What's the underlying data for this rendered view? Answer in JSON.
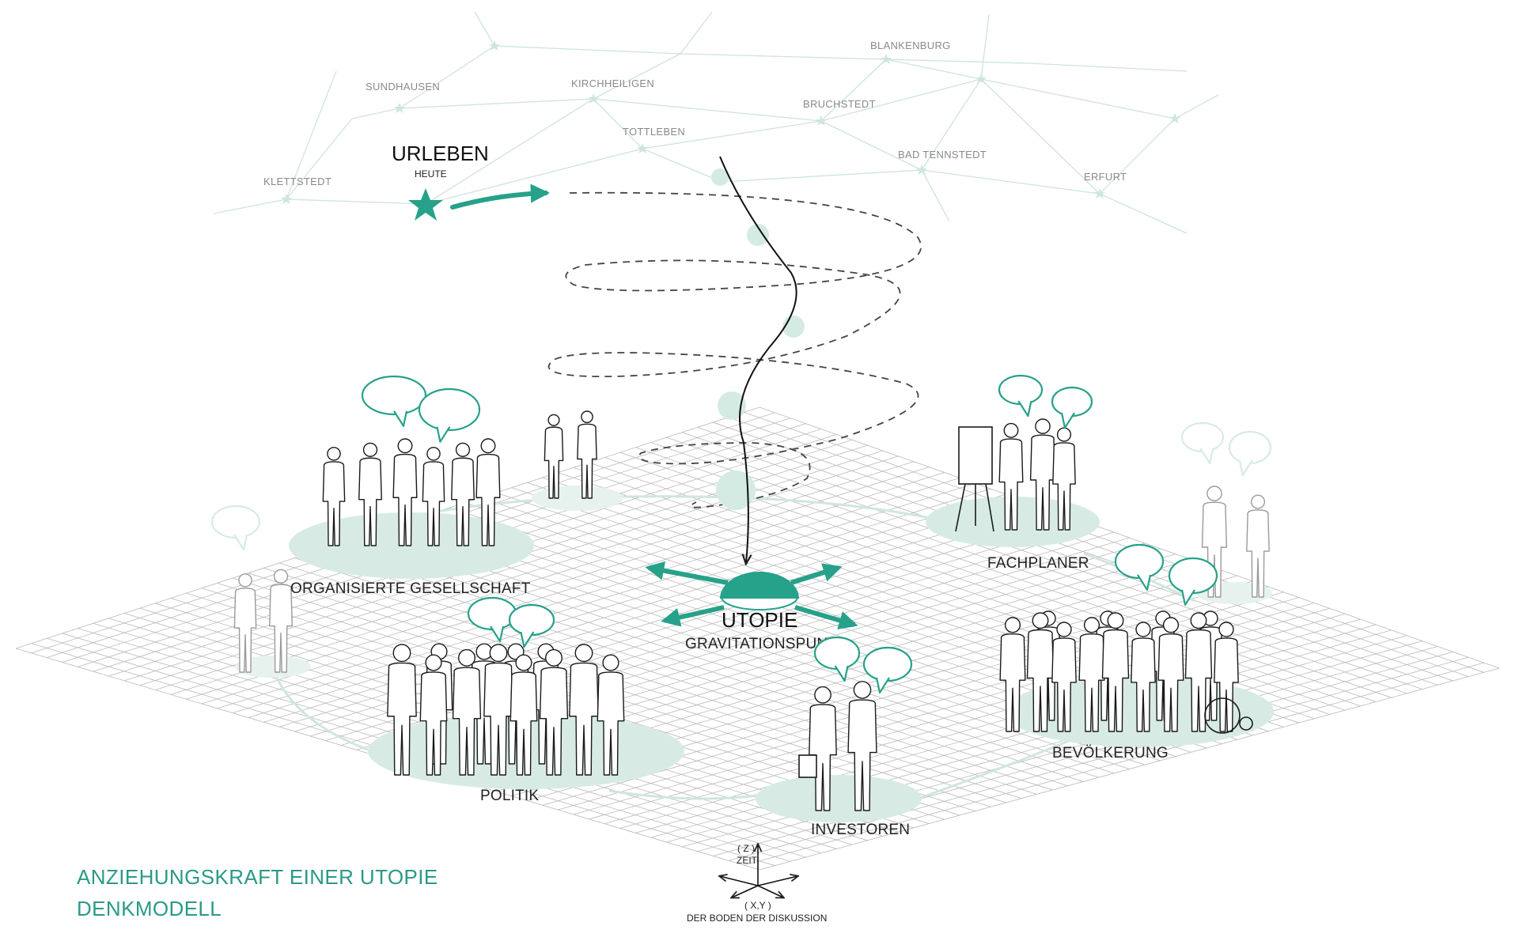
{
  "accent_color": "#26a18a",
  "pale_color": "#d9ece6",
  "towns": [
    {
      "id": "sundhausen",
      "label": "SUNDHAUSEN"
    },
    {
      "id": "kirchheiligen",
      "label": "KIRCHHEILIGEN"
    },
    {
      "id": "blankenburg",
      "label": "BLANKENBURG"
    },
    {
      "id": "bruchstedt",
      "label": "BRUCHSTEDT"
    },
    {
      "id": "tottleben",
      "label": "TOTTLEBEN"
    },
    {
      "id": "bad-tennstedt",
      "label": "BAD TENNSTEDT"
    },
    {
      "id": "klettstedt",
      "label": "KLETTSTEDT"
    },
    {
      "id": "erfurt",
      "label": "ERFURT"
    }
  ],
  "origin": {
    "title": "URLEBEN",
    "subtitle": "HEUTE"
  },
  "center": {
    "title": "UTOPIE",
    "subtitle": "GRAVITATIONSPUNKT"
  },
  "groups": {
    "organisierte": "ORGANISIERTE GESELLSCHAFT",
    "politik": "POLITIK",
    "investoren": "INVESTOREN",
    "fachplaner": "FACHPLANER",
    "bevoelkerung": "BEVÖLKERUNG"
  },
  "axis": {
    "z_label": "( Z )",
    "z_caption": "ZEIT",
    "xy_label": "( X,Y )",
    "xy_caption": "DER BODEN DER DISKUSSION"
  },
  "caption": {
    "line1": "ANZIEHUNGSKRAFT EINER UTOPIE",
    "line2": "DENKMODELL"
  }
}
